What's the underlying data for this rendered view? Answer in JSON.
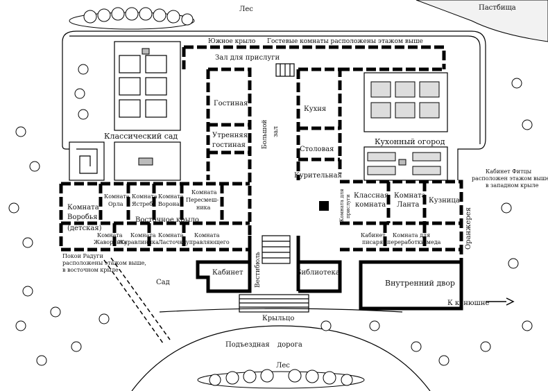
{
  "labels": {
    "forest_top": "Лес",
    "pasture": "Пастбища",
    "south_wing": "Южное крыло",
    "guest_rooms": "Гостевые комнаты расположены этажом выше",
    "servants_hall": "Зал для прислуги",
    "living_room": "Гостиная",
    "morning_room_1": "Утренняя",
    "morning_room_2": "гостиная",
    "great_hall_1": "Большой",
    "great_hall_2": "зал",
    "kitchen": "Кухня",
    "dining": "Столовая",
    "smoking": "Курительная",
    "classic_garden": "Классический сад",
    "kitchen_garden": "Кухонный огород",
    "fitch_1": "Кабинет Фитцы",
    "fitch_2": "расположен этажом выше,",
    "fitch_3": "в западном крыле",
    "sparrow_1": "Комната",
    "sparrow_2": "Воробья",
    "sparrow_3": "(детская)",
    "eagle_1": "Комната",
    "eagle_2": "Орла",
    "hawk_1": "Комната",
    "hawk_2": "Ястреба",
    "crow_1": "Комната",
    "crow_2": "Ворона",
    "mockingbird_1": "Комната",
    "mockingbird_2": "Пересмеш-",
    "mockingbird_3": "ника",
    "east_wing": "Восточное крыло",
    "lark_1": "Комната",
    "lark_2": "Жаворонка",
    "crane_1": "Комната",
    "crane_2": "Журавлиника",
    "swallow_1": "Комната",
    "swallow_2": "Ласточки",
    "steward_1": "Комната",
    "steward_2": "управляющего",
    "classroom_1": "Классная",
    "classroom_2": "комната",
    "lanta_1": "Комната",
    "lanta_2": "Ланта",
    "forge": "Кузница",
    "servants_room_1": "Комната для",
    "servants_room_2": "прислуги",
    "greenhouse": "Оранжерея",
    "clerk_1": "Кабинет",
    "clerk_2": "писаря",
    "honey_1": "Комната для",
    "honey_2": "переработки меда",
    "radugi_1": "Покои Радуги",
    "radugi_2": "расположены этажом выше,",
    "radugi_3": "в восточном крыле",
    "garden": "Сад",
    "study": "Кабинет",
    "vestibule": "Вестибюль",
    "library": "Библиотека",
    "courtyard": "Внутренний двор",
    "to_stable": "К конюшне",
    "porch": "Крыльцо",
    "driveway_1": "Подъездная",
    "driveway_2": "дорога",
    "forest_bottom": "Лес"
  }
}
